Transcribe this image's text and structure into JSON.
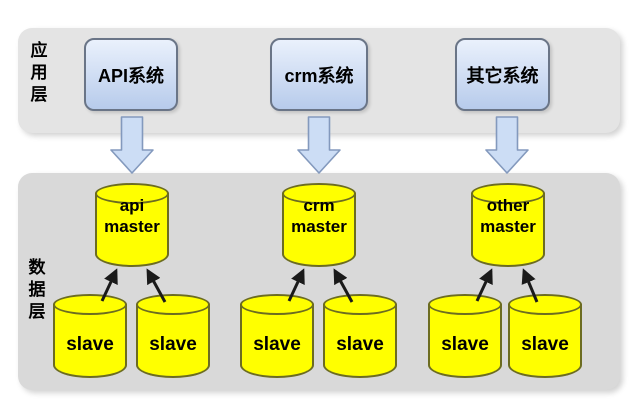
{
  "layers": {
    "application": {
      "label": "应用层"
    },
    "data": {
      "label": "数据层"
    }
  },
  "application_boxes": [
    {
      "label": "API系统"
    },
    {
      "label": "crm系统"
    },
    {
      "label": "其它系统"
    }
  ],
  "database_groups": [
    {
      "master_lines": [
        "api",
        "master"
      ],
      "slaves": [
        "slave",
        "slave"
      ]
    },
    {
      "master_lines": [
        "crm",
        "master"
      ],
      "slaves": [
        "slave",
        "slave"
      ]
    },
    {
      "master_lines": [
        "other",
        "master"
      ],
      "slaves": [
        "slave",
        "slave"
      ]
    }
  ],
  "icons": {
    "flow_arrow": "block-arrow-down-icon",
    "replication_arrow": "arrow-up-icon"
  },
  "colors": {
    "canvas_bg": "#ffffff",
    "app_band_bg": "#e4e4e4",
    "data_band_bg": "#d9d9d9",
    "box_border": "#6a7587",
    "box_fill_top": "#eaf1fc",
    "box_fill_bottom": "#b7cbeb",
    "flow_arrow_fill": "#ccddf5",
    "flow_arrow_border": "#8399bd",
    "cylinder_fill": "#ffff00",
    "cylinder_border": "#6c6c21",
    "replication_arrow": "#1a1a1a",
    "text": "#000000"
  }
}
